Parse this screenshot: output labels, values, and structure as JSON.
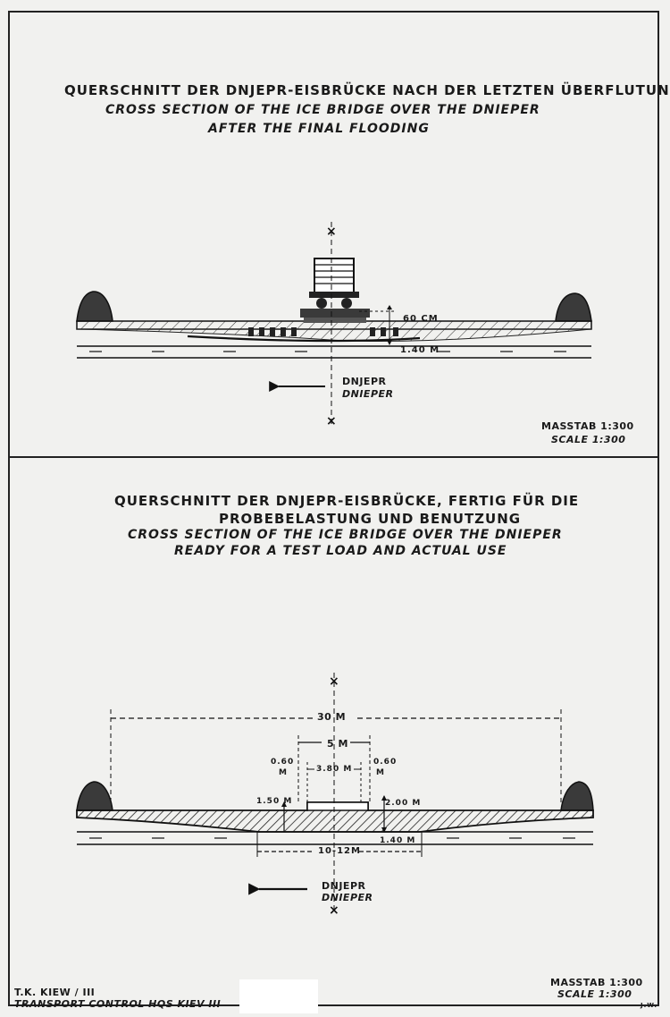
{
  "top_panel": {
    "title_de": "QUERSCHNITT DER DNJEPR-EISBRÜCKE NACH DER LETZTEN ÜBERFLUTUNG",
    "title_en_1": "CROSS SECTION OF THE ICE BRIDGE OVER THE DNIEPER",
    "title_en_2": "AFTER THE FINAL FLOODING",
    "dim_60cm": "60 CM",
    "dim_140m": "1.40 M",
    "river_de": "DNJEPR",
    "river_en": "DNIEPER",
    "scale_de": "MASSTAB 1:300",
    "scale_en": "SCALE 1:300"
  },
  "bottom_panel": {
    "title_de_1": "QUERSCHNITT DER DNJEPR-EISBRÜCKE, FERTIG FÜR DIE",
    "title_de_2": "PROBEBELASTUNG UND BENUTZUNG",
    "title_en_1": "CROSS SECTION OF THE ICE BRIDGE OVER THE DNIEPER",
    "title_en_2": "READY FOR A TEST LOAD AND ACTUAL USE",
    "dim_30m": "30 M",
    "dim_5m": "5 M",
    "dim_380m": "3.80 M",
    "dim_060_left_a": "0.60",
    "dim_060_left_b": "M",
    "dim_060_right_a": "0.60",
    "dim_060_right_b": "M",
    "dim_150m": "1.50 M",
    "dim_200m": "2.00 M",
    "dim_140m": "1.40 M",
    "dim_1012m": "10-12M",
    "river_de": "DNJEPR",
    "river_en": "DNIEPER",
    "scale_de": "MASSTAB 1:300",
    "scale_en": "SCALE 1:300"
  },
  "footer": {
    "unit_line": "T.K. KIEW / III",
    "unit_line_en": "TRANSPORT CONTROL HQS KIEV III",
    "initials": "J.W."
  }
}
